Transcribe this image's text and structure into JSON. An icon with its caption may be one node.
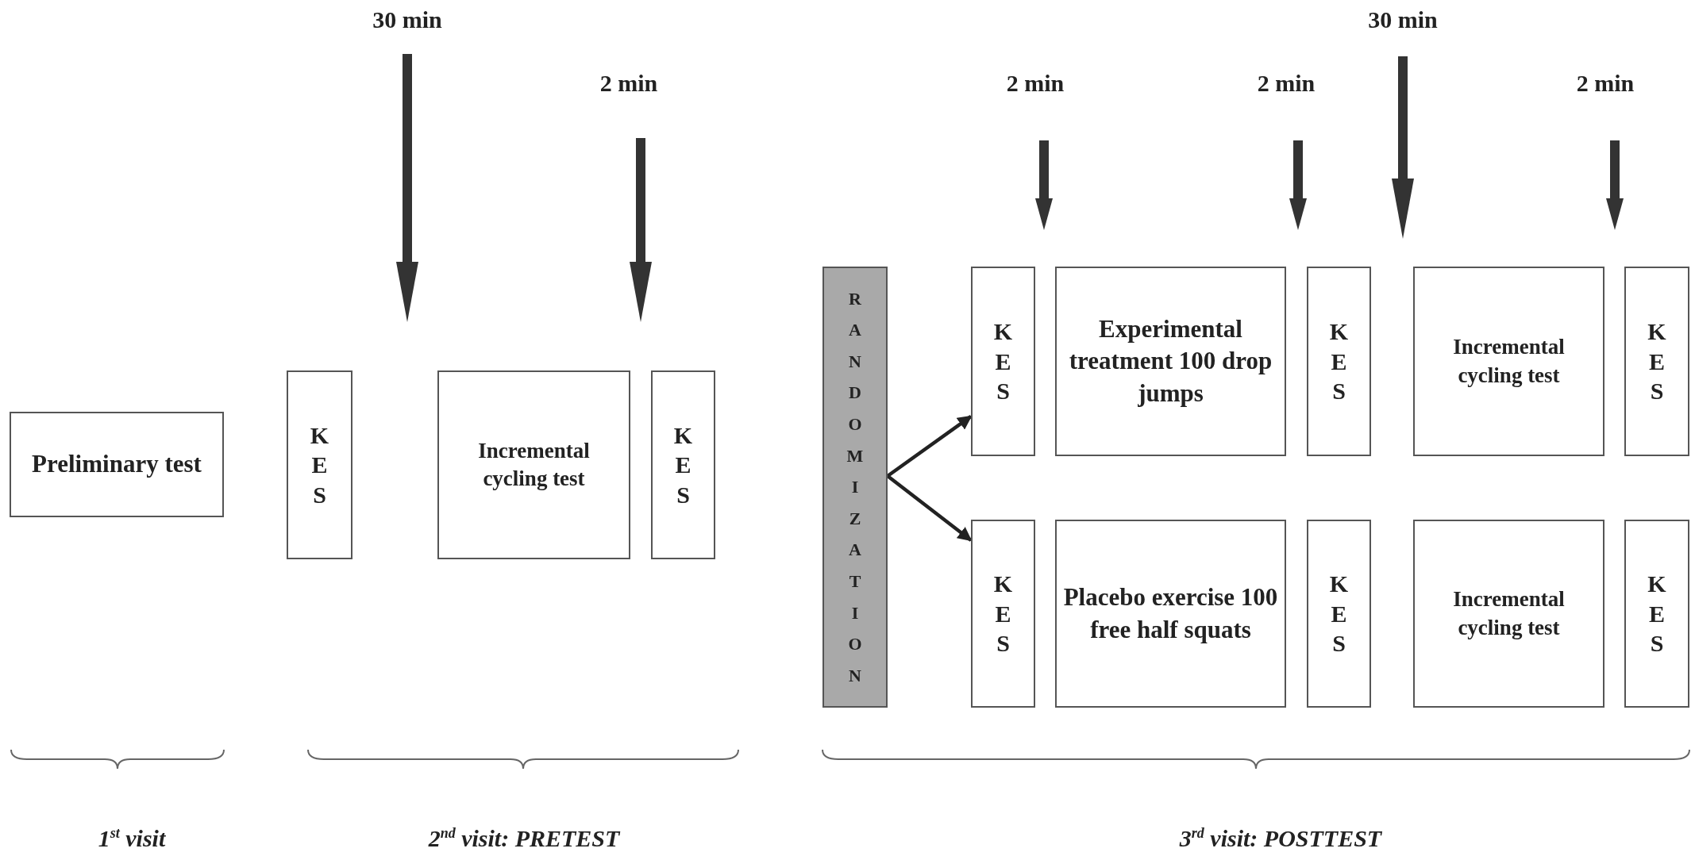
{
  "diagram": {
    "nodes": [
      {
        "text": [
          "Preliminary test"
        ]
      },
      {
        "text": [
          "KES"
        ]
      },
      {
        "text": [
          "Incremental cycling test"
        ]
      },
      {
        "text": [
          "KES"
        ]
      },
      {
        "text": [
          "RANDOMIZATION"
        ]
      },
      {
        "text": [
          "KES"
        ]
      },
      {
        "text": [
          "Experimental treatment 100 drop jumps"
        ]
      },
      {
        "text": [
          "KES"
        ]
      },
      {
        "text": [
          "Incremental cycling test"
        ]
      },
      {
        "text": [
          "KES"
        ]
      },
      {
        "text": [
          "KES"
        ]
      },
      {
        "text": [
          "Placebo exercise 100 free half squats"
        ]
      },
      {
        "text": [
          "KES"
        ]
      },
      {
        "text": [
          "Incremental cycling test"
        ]
      },
      {
        "text": [
          "KES"
        ]
      }
    ],
    "edges": [
      {
        "from": 4,
        "to": 5,
        "arrow": "to"
      },
      {
        "from": 4,
        "to": 10,
        "arrow": "to"
      }
    ],
    "labels": [
      "30 min",
      "30 min",
      "2 min",
      "2 min",
      "2 min",
      "2 min",
      "1$^{st}$ visit",
      "2$^{nd}$ visit: PRETEST",
      "3$^{rd}$ visit: POSTTEST"
    ]
  }
}
